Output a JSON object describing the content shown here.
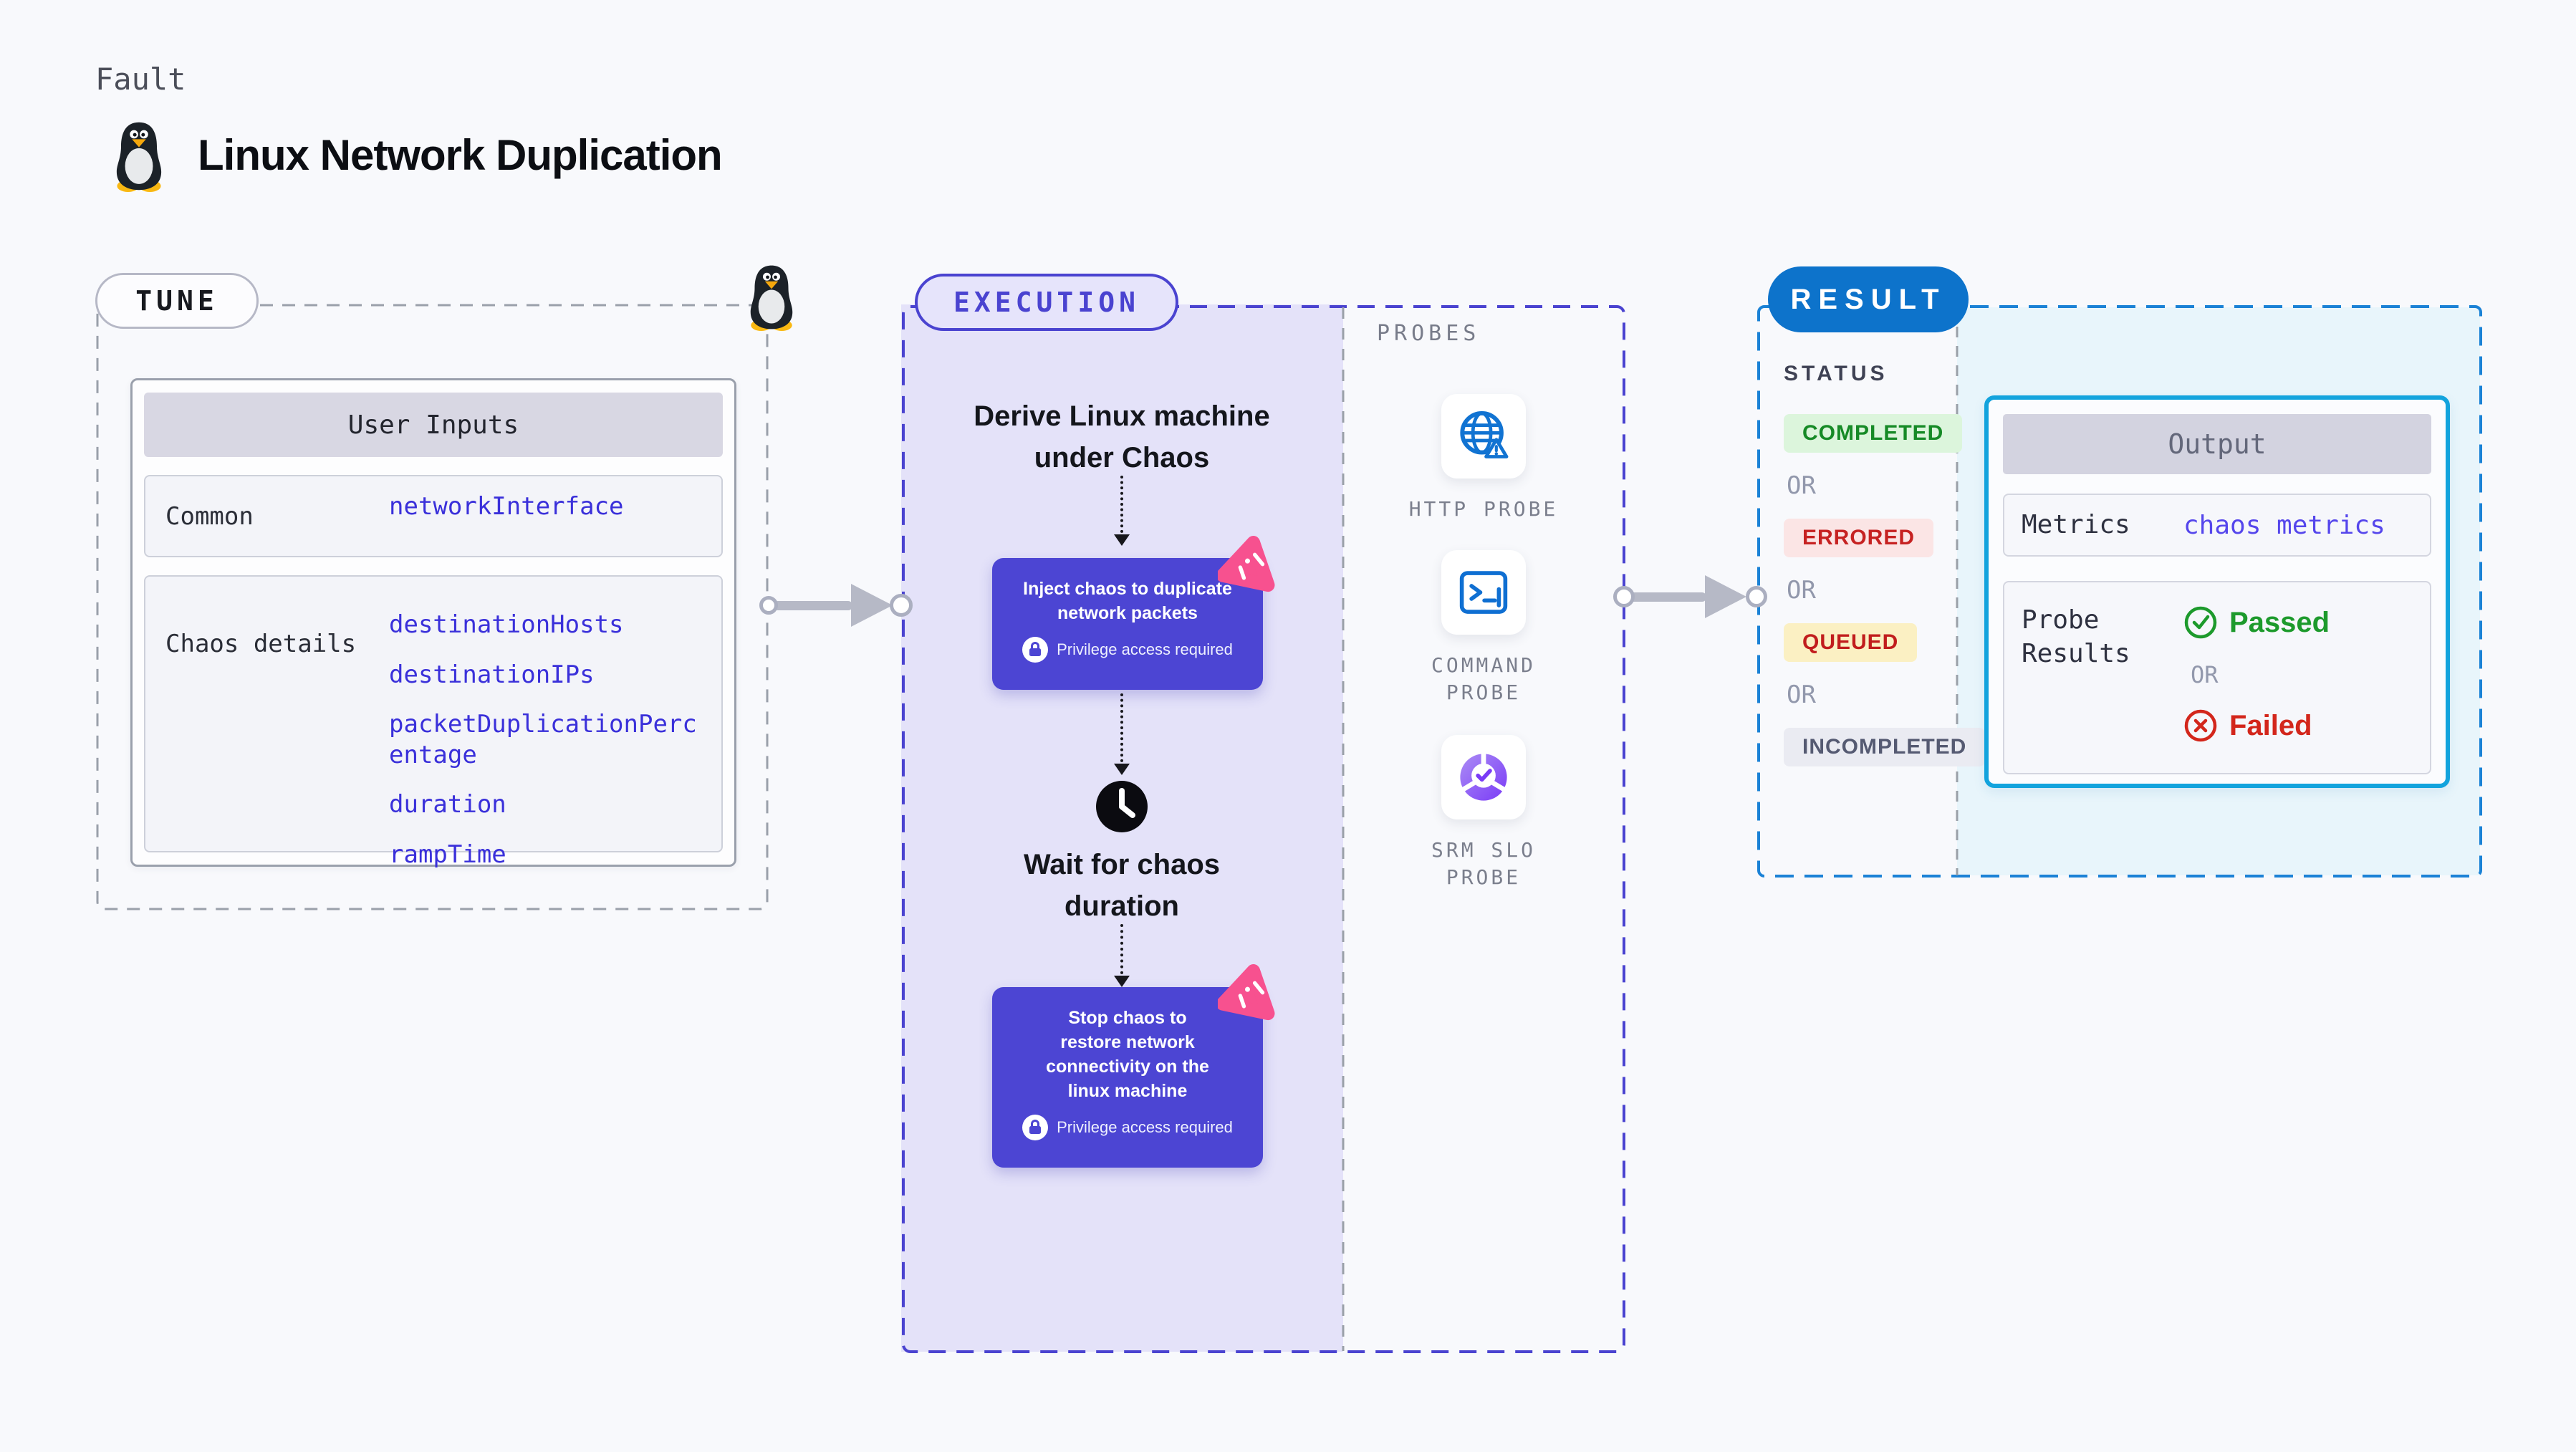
{
  "page": {
    "fault_label": "Fault",
    "title": "Linux Network Duplication"
  },
  "tune": {
    "badge": "TUNE",
    "table_title": "User Inputs",
    "rows": [
      {
        "label": "Common",
        "values": [
          "networkInterface"
        ]
      },
      {
        "label": "Chaos details",
        "values": [
          "destinationHosts",
          "destinationIPs",
          "packetDuplicationPercentage",
          "duration",
          "rampTime"
        ]
      }
    ]
  },
  "execution": {
    "badge": "EXECUTION",
    "derive_text": "Derive Linux machine\nunder Chaos",
    "inject_text": "Inject chaos to duplicate\nnetwork packets",
    "privilege_text": "Privilege access required",
    "wait_text": "Wait for chaos\nduration",
    "stop_text": "Stop chaos to\nrestore network\nconnectivity on the\nlinux machine"
  },
  "probes": {
    "label": "PROBES",
    "items": [
      {
        "name": "HTTP PROBE",
        "icon": "globe-alert-icon"
      },
      {
        "name": "COMMAND\nPROBE",
        "icon": "terminal-icon"
      },
      {
        "name": "SRM SLO\nPROBE",
        "icon": "slo-pie-icon"
      }
    ]
  },
  "result": {
    "badge": "RESULT",
    "status_label": "STATUS",
    "or_label": "OR",
    "statuses": [
      {
        "label": "COMPLETED",
        "fg": "#168a26",
        "bg": "#dcf5dc"
      },
      {
        "label": "ERRORED",
        "fg": "#c62222",
        "bg": "#fbe5e5"
      },
      {
        "label": "QUEUED",
        "fg": "#c11d1d",
        "bg": "#fbf0c3"
      },
      {
        "label": "INCOMPLETED",
        "fg": "#555a72",
        "bg": "#eaebf2"
      }
    ],
    "output": {
      "title": "Output",
      "metrics_label": "Metrics",
      "metrics_value": "chaos metrics",
      "probe_results_label": "Probe\nResults",
      "passed_label": "Passed",
      "failed_label": "Failed"
    }
  },
  "colors": {
    "accent_indigo": "#4a43d0",
    "box_purple": "#4c45d3",
    "accent_pink": "#f7518f",
    "result_blue": "#0d73cb",
    "result_dash_blue": "#1b82d6",
    "output_border_cyan": "#12a3dd",
    "param_blue": "#3a30da",
    "metrics_blue": "#5546ec",
    "passed_green": "#1d9a2c",
    "failed_red": "#d3261b",
    "arrow_gray": "#b6b9c6",
    "lavender_bg": "#e4e2f9",
    "cyan_bg": "#e8f5fb"
  }
}
